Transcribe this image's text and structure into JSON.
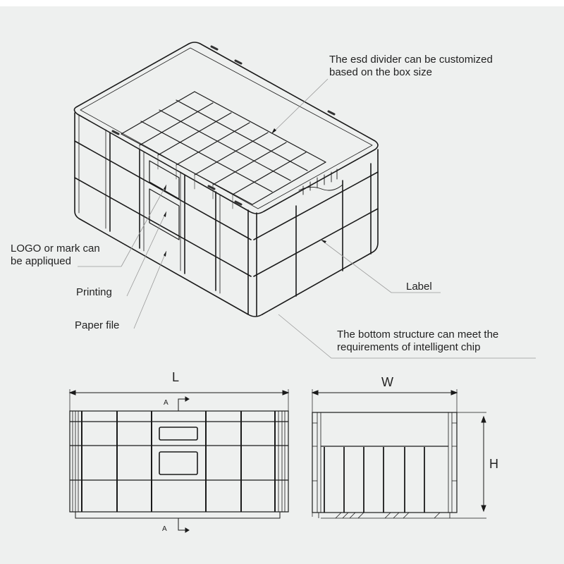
{
  "annotations": {
    "esd_divider": "The esd divider can be customized\nbased on the box size",
    "logo": "LOGO or mark can\nbe appliqued",
    "printing": "Printing",
    "paper_file": "Paper file",
    "label": "Label",
    "bottom": "The bottom structure can meet the\nrequirements of intelligent chip"
  },
  "dimensions": {
    "length": "L",
    "width": "W",
    "height": "H",
    "section_top": "A",
    "section_bottom": "A"
  },
  "colors": {
    "background": "#eef0ef",
    "line": "#1a1a1a",
    "leader": "#9a9a9a"
  }
}
